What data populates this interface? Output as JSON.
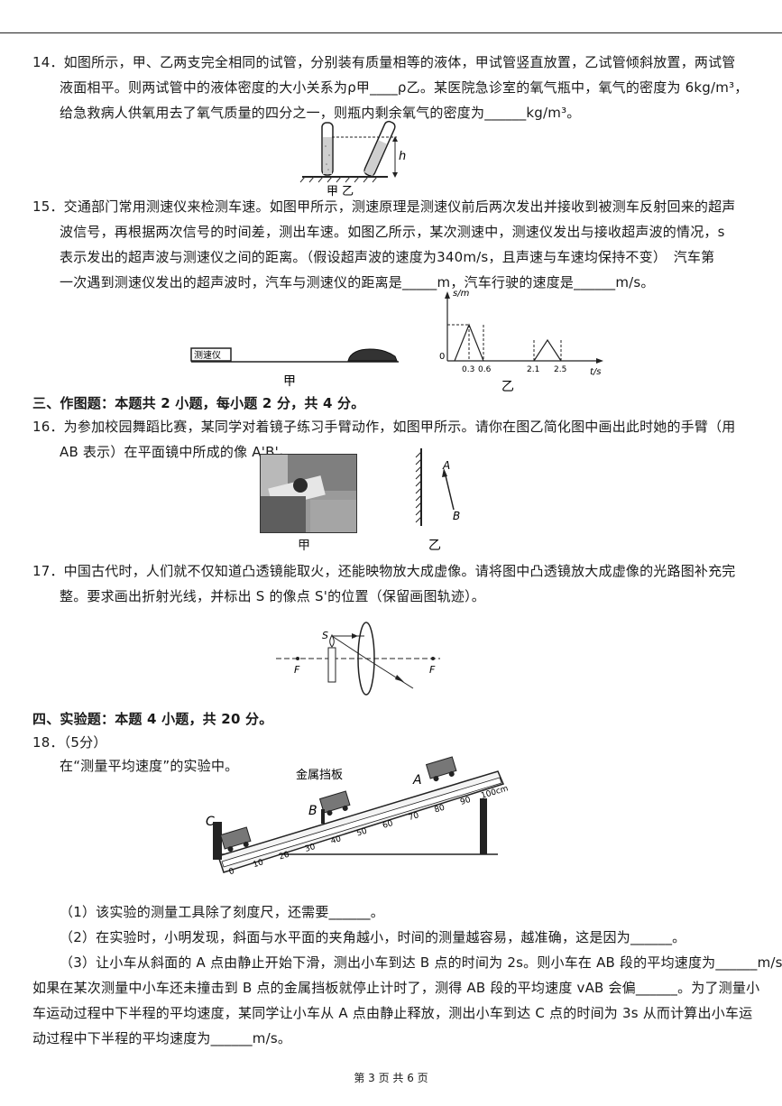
{
  "q14": {
    "line1": "14．如图所示，甲、乙两支完全相同的试管，分别装有质量相等的液体，甲试管竖直放置，乙试管倾斜放置，两试管",
    "line2": "液面相平。则两试管中的液体密度的大小关系为ρ甲____ρ乙。某医院急诊室的氧气瓶中，氧气的密度为 6kg/m³，",
    "line3": "给急救病人供氧用去了氧气质量的四分之一，则瓶内剩余氧气的密度为______kg/m³。",
    "fig_h": "h",
    "fig_labels": "甲  乙"
  },
  "q15": {
    "line1": "15．交通部门常用测速仪来检测车速。如图甲所示，测速原理是测速仪前后两次发出并接收到被测车反射回来的超声",
    "line2": "波信号，再根据两次信号的时间差，测出车速。如图乙所示，某次测速中，测速仪发出与接收超声波的情况，s",
    "line3": "表示发出的超声波与测速仪之间的距离。（假设超声波的速度为340m/s，且声速与车速均保持不变）　汽车第",
    "line4": "一次遇到测速仪发出的超声波时，汽车与测速仪的距离是_____m，汽车行驶的速度是______m/s。",
    "device_label": "测速仪",
    "fig_jia": "甲",
    "fig_yi": "乙",
    "graph_ylabel": "s/m",
    "graph_xlabel": "t/s",
    "graph_origin": "0",
    "graph_ticks": [
      "0.3",
      "0.6",
      "2.1",
      "2.5"
    ]
  },
  "section3": "三、作图题：本题共 2 小题，每小题 2 分，共 4 分。",
  "q16": {
    "line1": "16．为参加校园舞蹈比赛，某同学对着镜子练习手臂动作，如图甲所示。请你在图乙简化图中画出此时她的手臂（用",
    "line2": "AB 表示）在平面镜中所成的像 A'B'。",
    "label_a": "A",
    "label_b": "B",
    "fig_jia": "甲",
    "fig_yi": "乙"
  },
  "q17": {
    "line1": "17．中国古代时，人们就不仅知道凸透镜能取火，还能映物放大成虚像。请将图中凸透镜放大成虚像的光路图补充完",
    "line2": "整。要求画出折射光线，并标出 S 的像点 S'的位置（保留画图轨迹）。",
    "label_s": "S",
    "label_f": "F"
  },
  "section4": "四、实验题：本题 4 小题，共 20 分。",
  "q18": {
    "head": "18．（5分）",
    "intro": "在“测量平均速度”的实验中。",
    "baffle_label": "金属挡板",
    "label_a": "A",
    "label_b": "B",
    "label_c": "C",
    "ruler_ticks": [
      "0",
      "10",
      "20",
      "30",
      "40",
      "50",
      "60",
      "70",
      "80",
      "90",
      "100cm"
    ],
    "p1": "（1）该实验的测量工具除了刻度尺，还需要______。",
    "p2": "（2）在实验时，小明发现，斜面与水平面的夹角越小，时间的测量越容易，越准确，这是因为______。",
    "p3a": "（3）让小车从斜面的 A 点由静止开始下滑，测出小车到达 B 点的时间为 2s。则小车在 AB 段的平均速度为______m/s。",
    "p3b": "如果在某次测量中小车还未撞击到 B 点的金属挡板就停止计时了，测得 AB 段的平均速度 vAB 会偏______。为了测量小",
    "p3c": "车运动过程中下半程的平均速度，某同学让小车从 A 点由静止释放，测出小车到达 C 点的时间为 3s 从而计算出小车运",
    "p3d": "动过程中下半程的平均速度为______m/s。"
  },
  "footer": "第 3 页 共 6 页"
}
